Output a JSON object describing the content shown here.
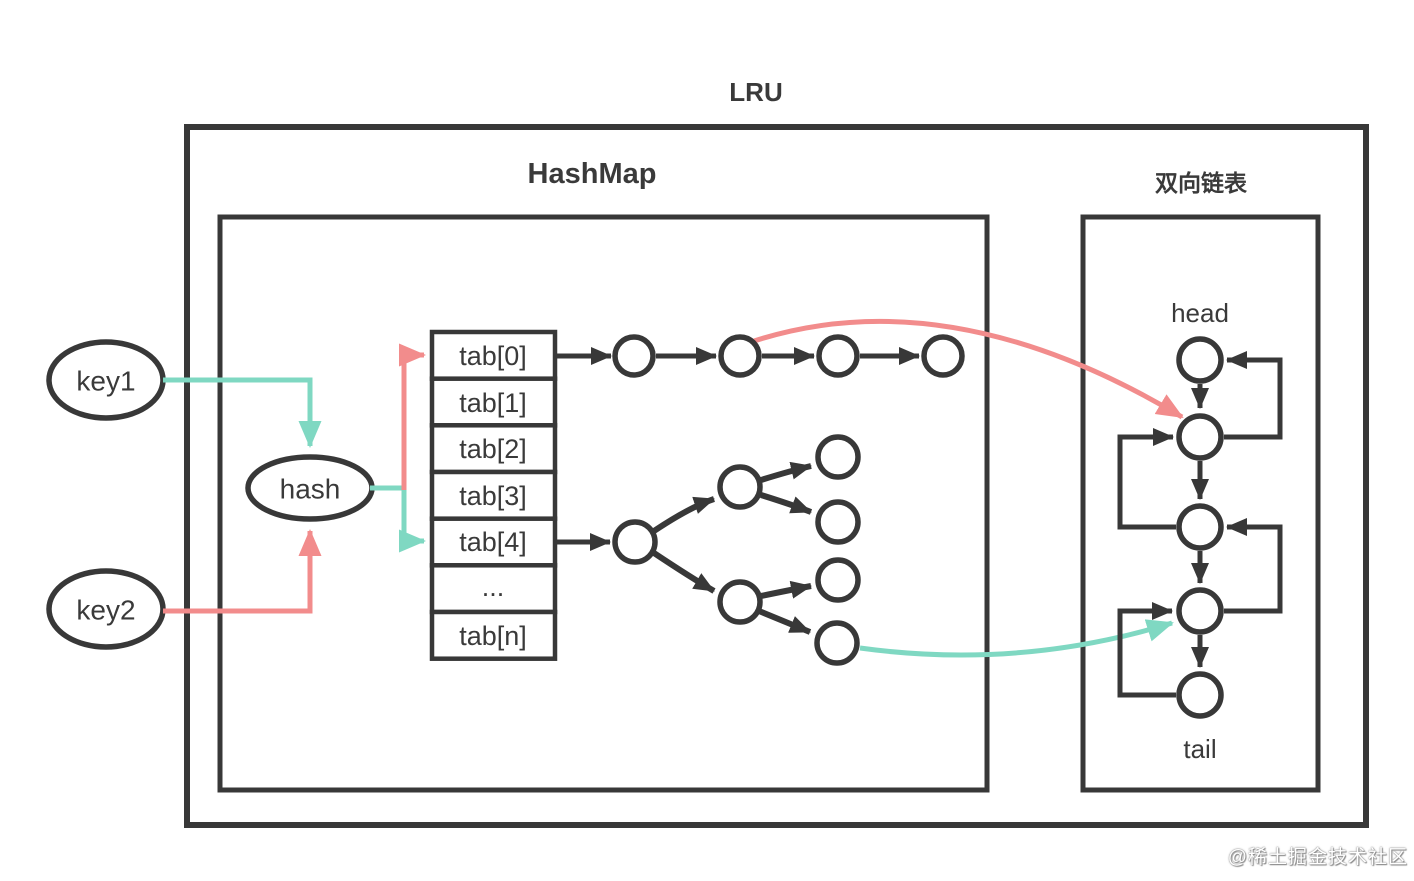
{
  "diagram_title": "LRU",
  "watermark": "@稀土掘金技术社区",
  "colors": {
    "stroke": "#383838",
    "red": "#F08080",
    "teal": "#85D9C3",
    "red_line": "#F28C8C",
    "teal_line": "#7FD8C2"
  },
  "keys": {
    "key1_label": "key1",
    "key2_label": "key2"
  },
  "hash_node": {
    "label": "hash"
  },
  "hashmap": {
    "title": "HashMap",
    "table_rows": [
      "tab[0]",
      "tab[1]",
      "tab[2]",
      "tab[3]",
      "tab[4]",
      "...",
      "tab[n]"
    ]
  },
  "linked_list": {
    "title": "双向链表",
    "head_label": "head",
    "tail_label": "tail"
  }
}
